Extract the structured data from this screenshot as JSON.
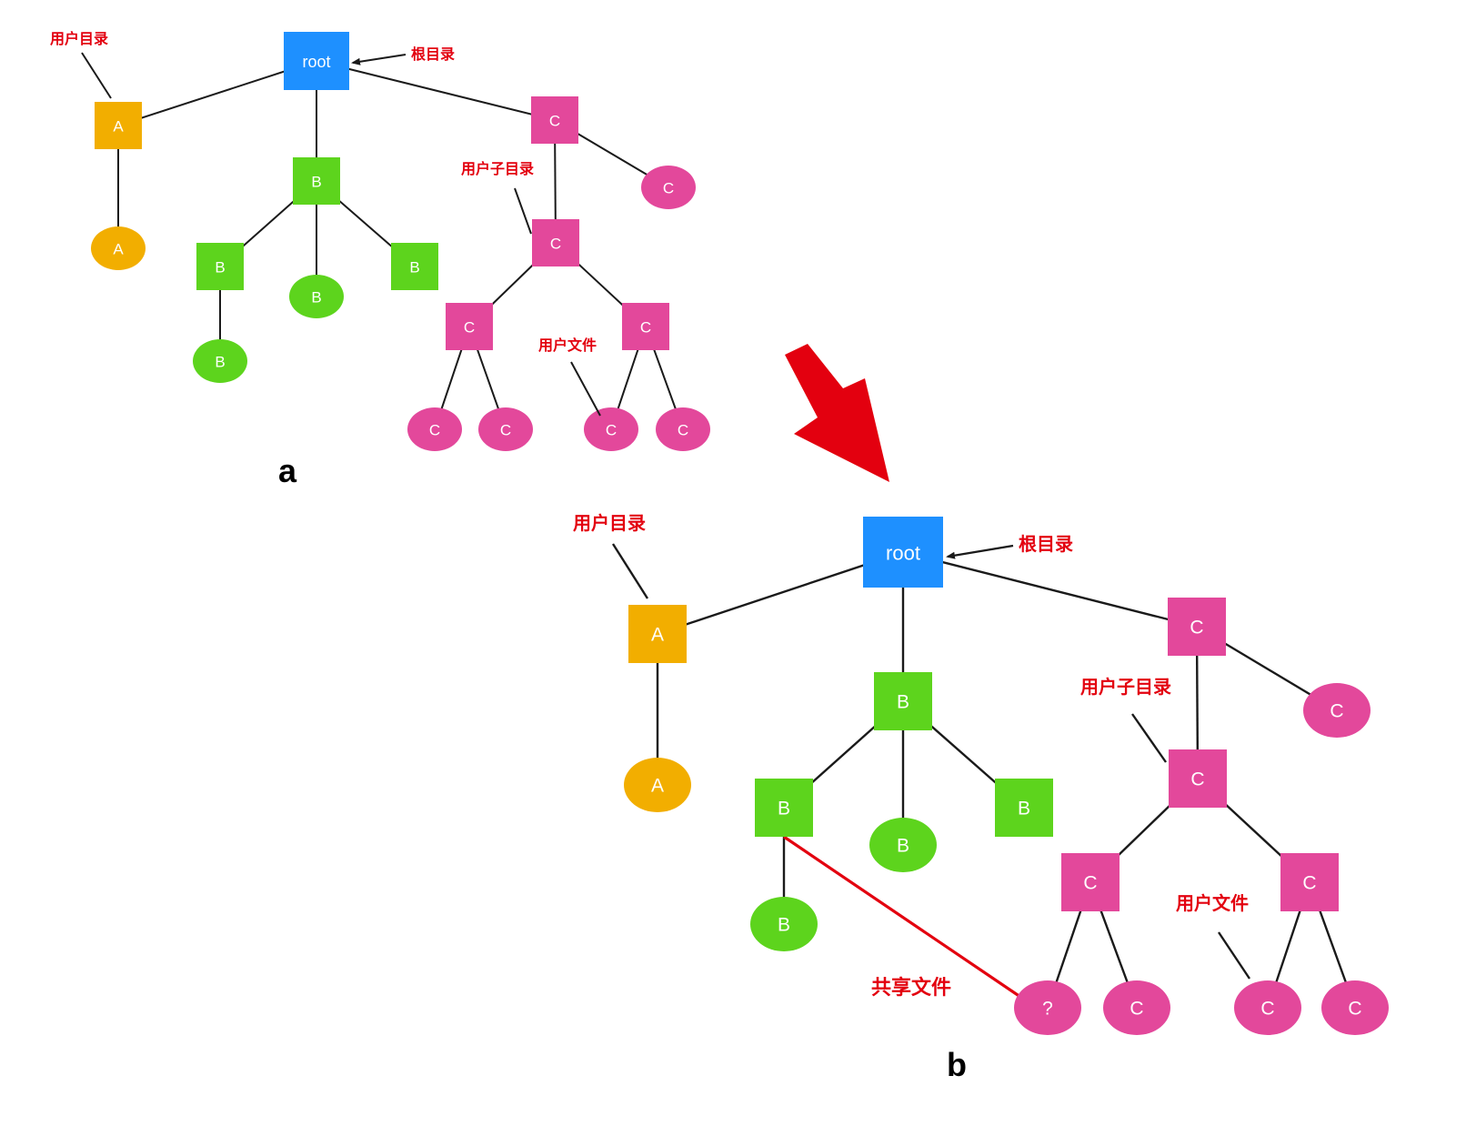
{
  "title": "File system directory tree: before (a) and after (b) sharing a file",
  "colors": {
    "root": "#1e90ff",
    "user_a": "#f2ae00",
    "user_b": "#5dd41d",
    "user_c": "#e3489b",
    "annotation": "#e3000f",
    "edge": "#1a1a1a",
    "shared_edge": "#e3000f",
    "transition_arrow": "#e3000f"
  },
  "panels": [
    {
      "id": "a",
      "label": "a",
      "annotations": {
        "user_dir": "用户目录",
        "root_dir": "根目录",
        "user_subdir": "用户子目录",
        "user_file": "用户文件"
      },
      "nodes": [
        {
          "id": "root",
          "label": "root",
          "shape": "directory",
          "owner": "root"
        },
        {
          "id": "A1",
          "label": "A",
          "shape": "directory",
          "owner": "A"
        },
        {
          "id": "A2",
          "label": "A",
          "shape": "file",
          "owner": "A"
        },
        {
          "id": "B1",
          "label": "B",
          "shape": "directory",
          "owner": "B"
        },
        {
          "id": "B2",
          "label": "B",
          "shape": "directory",
          "owner": "B"
        },
        {
          "id": "B3",
          "label": "B",
          "shape": "file",
          "owner": "B"
        },
        {
          "id": "B4",
          "label": "B",
          "shape": "directory",
          "owner": "B"
        },
        {
          "id": "B5",
          "label": "B",
          "shape": "file",
          "owner": "B"
        },
        {
          "id": "C1",
          "label": "C",
          "shape": "directory",
          "owner": "C"
        },
        {
          "id": "C2",
          "label": "C",
          "shape": "file",
          "owner": "C"
        },
        {
          "id": "C3",
          "label": "C",
          "shape": "directory",
          "owner": "C"
        },
        {
          "id": "C4",
          "label": "C",
          "shape": "directory",
          "owner": "C"
        },
        {
          "id": "C5",
          "label": "C",
          "shape": "directory",
          "owner": "C"
        },
        {
          "id": "C6",
          "label": "C",
          "shape": "file",
          "owner": "C"
        },
        {
          "id": "C7",
          "label": "C",
          "shape": "file",
          "owner": "C"
        },
        {
          "id": "C8",
          "label": "C",
          "shape": "file",
          "owner": "C"
        },
        {
          "id": "C9",
          "label": "C",
          "shape": "file",
          "owner": "C"
        }
      ],
      "edges": [
        [
          "root",
          "A1"
        ],
        [
          "root",
          "B1"
        ],
        [
          "root",
          "C1"
        ],
        [
          "A1",
          "A2"
        ],
        [
          "B1",
          "B2"
        ],
        [
          "B1",
          "B3"
        ],
        [
          "B1",
          "B4"
        ],
        [
          "B2",
          "B5"
        ],
        [
          "C1",
          "C2"
        ],
        [
          "C1",
          "C3"
        ],
        [
          "C3",
          "C4"
        ],
        [
          "C3",
          "C5"
        ],
        [
          "C4",
          "C6"
        ],
        [
          "C4",
          "C7"
        ],
        [
          "C5",
          "C8"
        ],
        [
          "C5",
          "C9"
        ]
      ]
    },
    {
      "id": "b",
      "label": "b",
      "annotations": {
        "user_dir": "用户目录",
        "root_dir": "根目录",
        "user_subdir": "用户子目录",
        "user_file": "用户文件",
        "shared_file": "共享文件"
      },
      "nodes": [
        {
          "id": "root",
          "label": "root",
          "shape": "directory",
          "owner": "root"
        },
        {
          "id": "A1",
          "label": "A",
          "shape": "directory",
          "owner": "A"
        },
        {
          "id": "A2",
          "label": "A",
          "shape": "file",
          "owner": "A"
        },
        {
          "id": "B1",
          "label": "B",
          "shape": "directory",
          "owner": "B"
        },
        {
          "id": "B2",
          "label": "B",
          "shape": "directory",
          "owner": "B"
        },
        {
          "id": "B3",
          "label": "B",
          "shape": "file",
          "owner": "B"
        },
        {
          "id": "B4",
          "label": "B",
          "shape": "directory",
          "owner": "B"
        },
        {
          "id": "B5",
          "label": "B",
          "shape": "file",
          "owner": "B"
        },
        {
          "id": "C1",
          "label": "C",
          "shape": "directory",
          "owner": "C"
        },
        {
          "id": "C2",
          "label": "C",
          "shape": "file",
          "owner": "C"
        },
        {
          "id": "C3",
          "label": "C",
          "shape": "directory",
          "owner": "C"
        },
        {
          "id": "C4",
          "label": "C",
          "shape": "directory",
          "owner": "C"
        },
        {
          "id": "C5",
          "label": "C",
          "shape": "directory",
          "owner": "C"
        },
        {
          "id": "C6",
          "label": "?",
          "shape": "file",
          "owner": "C"
        },
        {
          "id": "C7",
          "label": "C",
          "shape": "file",
          "owner": "C"
        },
        {
          "id": "C8",
          "label": "C",
          "shape": "file",
          "owner": "C"
        },
        {
          "id": "C9",
          "label": "C",
          "shape": "file",
          "owner": "C"
        }
      ],
      "edges": [
        [
          "root",
          "A1"
        ],
        [
          "root",
          "B1"
        ],
        [
          "root",
          "C1"
        ],
        [
          "A1",
          "A2"
        ],
        [
          "B1",
          "B2"
        ],
        [
          "B1",
          "B3"
        ],
        [
          "B1",
          "B4"
        ],
        [
          "B2",
          "B5"
        ],
        [
          "C1",
          "C2"
        ],
        [
          "C1",
          "C3"
        ],
        [
          "C3",
          "C4"
        ],
        [
          "C3",
          "C5"
        ],
        [
          "C4",
          "C6"
        ],
        [
          "C4",
          "C7"
        ],
        [
          "C5",
          "C8"
        ],
        [
          "C5",
          "C9"
        ]
      ],
      "shared_edges": [
        [
          "B2",
          "C6"
        ]
      ]
    }
  ]
}
